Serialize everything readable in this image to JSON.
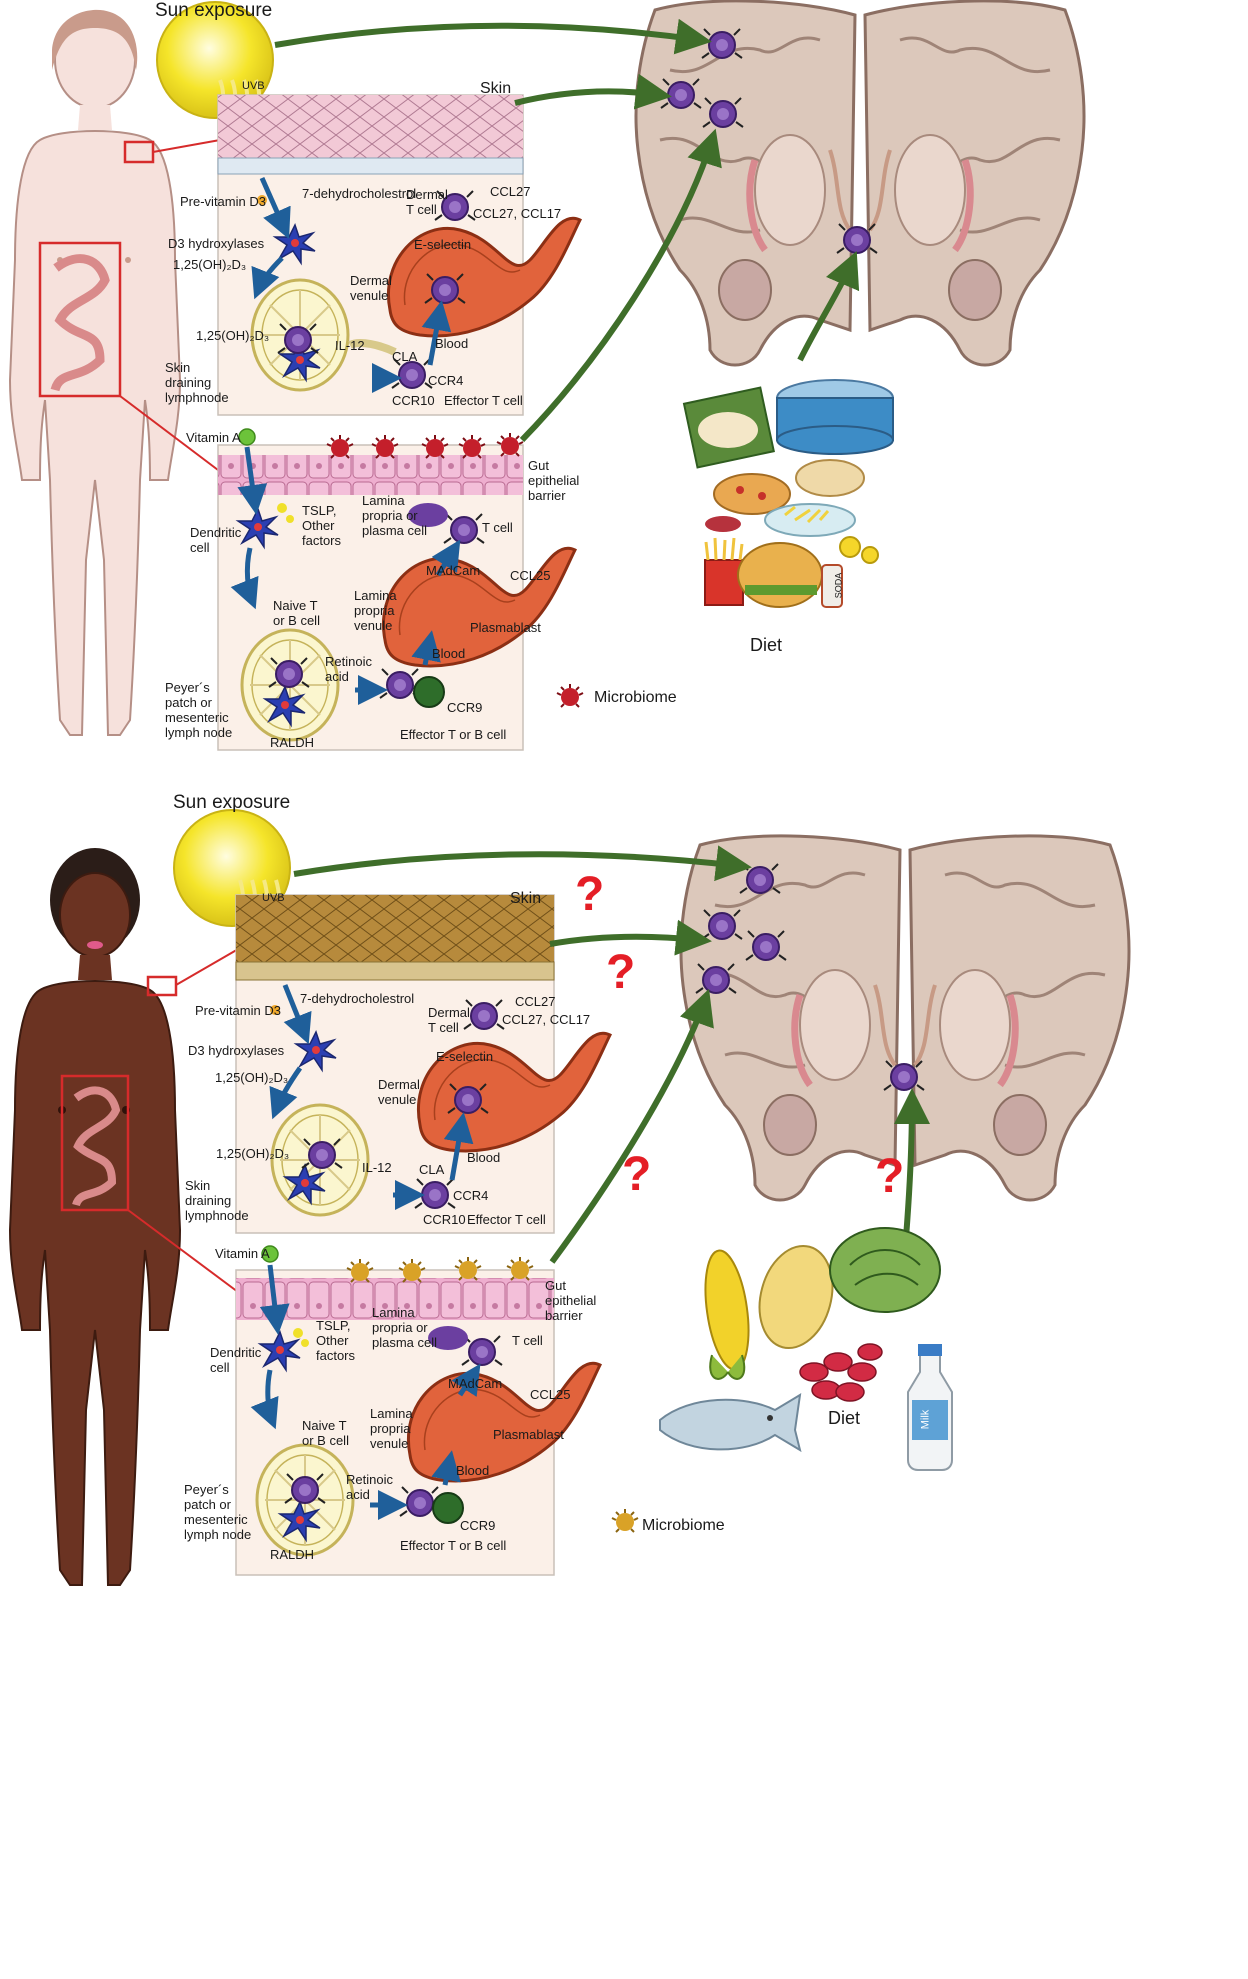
{
  "panels": [
    {
      "sun_exposure": "Sun exposure",
      "uvb": "UVB",
      "skin": "Skin",
      "seven_dhc": "7-dehydrocholestrol",
      "pre_vitamin_d3": "Pre-vitamin D3",
      "d3_hydroxylases": "D3 hydroxylases",
      "vit_d_active_1": "1,25(OH)₂D₃",
      "vit_d_active_2": "1,25(OH)₂D₃",
      "skin_draining_lymphnode": "Skin draining lymphnode",
      "il12": "IL-12",
      "dermal_t_cell": "Dermal T cell",
      "ccl27": "CCL27",
      "ccl27_ccl17": "CCL27, CCL17",
      "e_selectin": "E-selectin",
      "dermal_venule": "Dermal venule",
      "blood": "Blood",
      "cla": "CLA",
      "ccr4": "CCR4",
      "ccr10": "CCR10",
      "effector_t_cell": "Effector T cell",
      "vitamin_a": "Vitamin A",
      "gut_barrier": "Gut epithelial barrier",
      "lamina_plasma": "Lamina propria or plasma cell",
      "t_cell": "T cell",
      "dendritic_cell": "Dendritic cell",
      "tslp": "TSLP, Other factors",
      "madcam": "MAdCam",
      "ccl25": "CCL25",
      "lamina_venule": "Lamina propria venule",
      "plasmablast": "Plasmablast",
      "naive_tb": "Naive T or B cell",
      "retinoic_acid": "Retinoic acid",
      "peyers_patch": "Peyer´s patch or mesenteric lymph node",
      "blood2": "Blood",
      "ccr9": "CCR9",
      "raldh": "RALDH",
      "effector_tb": "Effector T or B cell",
      "microbiome": "Microbiome",
      "diet": "Diet"
    },
    {
      "sun_exposure": "Sun exposure",
      "uvb": "UVB",
      "skin": "Skin",
      "seven_dhc": "7-dehydrocholestrol",
      "pre_vitamin_d3": "Pre-vitamin D3",
      "d3_hydroxylases": "D3 hydroxylases",
      "vit_d_active_1": "1,25(OH)₂D₃",
      "vit_d_active_2": "1,25(OH)₂D₃",
      "skin_draining_lymphnode": "Skin draining lymphnode",
      "il12": "IL-12",
      "dermal_t_cell": "Dermal T cell",
      "ccl27": "CCL27",
      "ccl27_ccl17": "CCL27, CCL17",
      "e_selectin": "E-selectin",
      "dermal_venule": "Dermal venule",
      "blood": "Blood",
      "cla": "CLA",
      "ccr4": "CCR4",
      "ccr10": "CCR10",
      "effector_t_cell": "Effector T cell",
      "vitamin_a": "Vitamin A",
      "gut_barrier": "Gut epithelial barrier",
      "lamina_plasma": "Lamina propria or plasma cell",
      "t_cell": "T cell",
      "dendritic_cell": "Dendritic cell",
      "tslp": "TSLP, Other factors",
      "madcam": "MAdCam",
      "ccl25": "CCL25",
      "lamina_venule": "Lamina propria venule",
      "plasmablast": "Plasmablast",
      "naive_tb": "Naive T or B cell",
      "retinoic_acid": "Retinoic acid",
      "peyers_patch": "Peyer´s patch or mesenteric lymph node",
      "blood2": "Blood",
      "ccr9": "CCR9",
      "raldh": "RALDH",
      "effector_tb": "Effector T or B cell",
      "microbiome": "Microbiome",
      "diet": "Diet",
      "diet_extra": "Milk",
      "question_marks": [
        "?",
        "?",
        "?",
        "?"
      ]
    }
  ],
  "colors": {
    "sun": "#f5e52a",
    "skin_light": "#f1d6d3",
    "skin_dark": "#6b3322",
    "arrow_green": "#3f6e2a",
    "arrow_blue": "#1f5f9a",
    "callout_red": "#d62b2b",
    "brain_tissue": "#d9c4b8",
    "t_cell_purple": "#6b3fa0",
    "question_red": "#e41e26"
  }
}
